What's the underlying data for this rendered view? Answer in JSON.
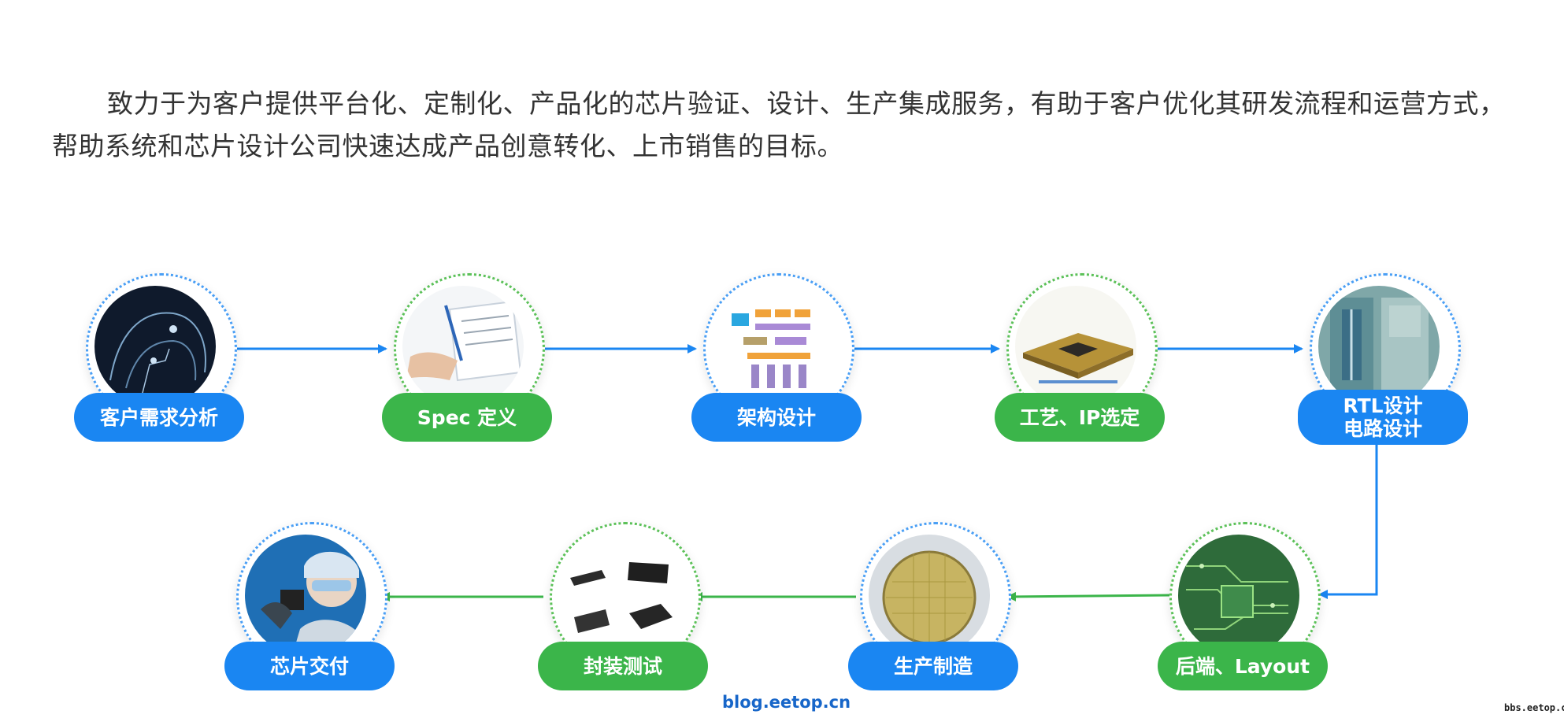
{
  "intro": {
    "text": "致力于为客户提供平台化、定制化、产品化的芯片验证、设计、生产集成服务，有助于客户优化其研发流程和运营方式，帮助系统和芯片设计公司快速达成产品创意转化、上市销售的目标。"
  },
  "flow": {
    "steps": [
      {
        "label": "客户需求分析",
        "color": "#1a86f2"
      },
      {
        "label": "Spec 定义",
        "color": "#3bb54a"
      },
      {
        "label": "架构设计",
        "color": "#1a86f2"
      },
      {
        "label": "工艺、IP选定",
        "color": "#3bb54a"
      },
      {
        "label_line1": "RTL设计",
        "label_line2": "电路设计",
        "color": "#1a86f2"
      },
      {
        "label": "后端、Layout",
        "color": "#3bb54a"
      },
      {
        "label": "生产制造",
        "color": "#1a86f2"
      },
      {
        "label": "封装测试",
        "color": "#3bb54a"
      },
      {
        "label": "芯片交付",
        "color": "#1a86f2"
      }
    ],
    "arrow_colors": {
      "blue": "#1a86f2",
      "green": "#3bb54a"
    }
  },
  "watermarks": {
    "center": "blog.eetop.cn",
    "corner": "bbs.eetop.cn"
  }
}
